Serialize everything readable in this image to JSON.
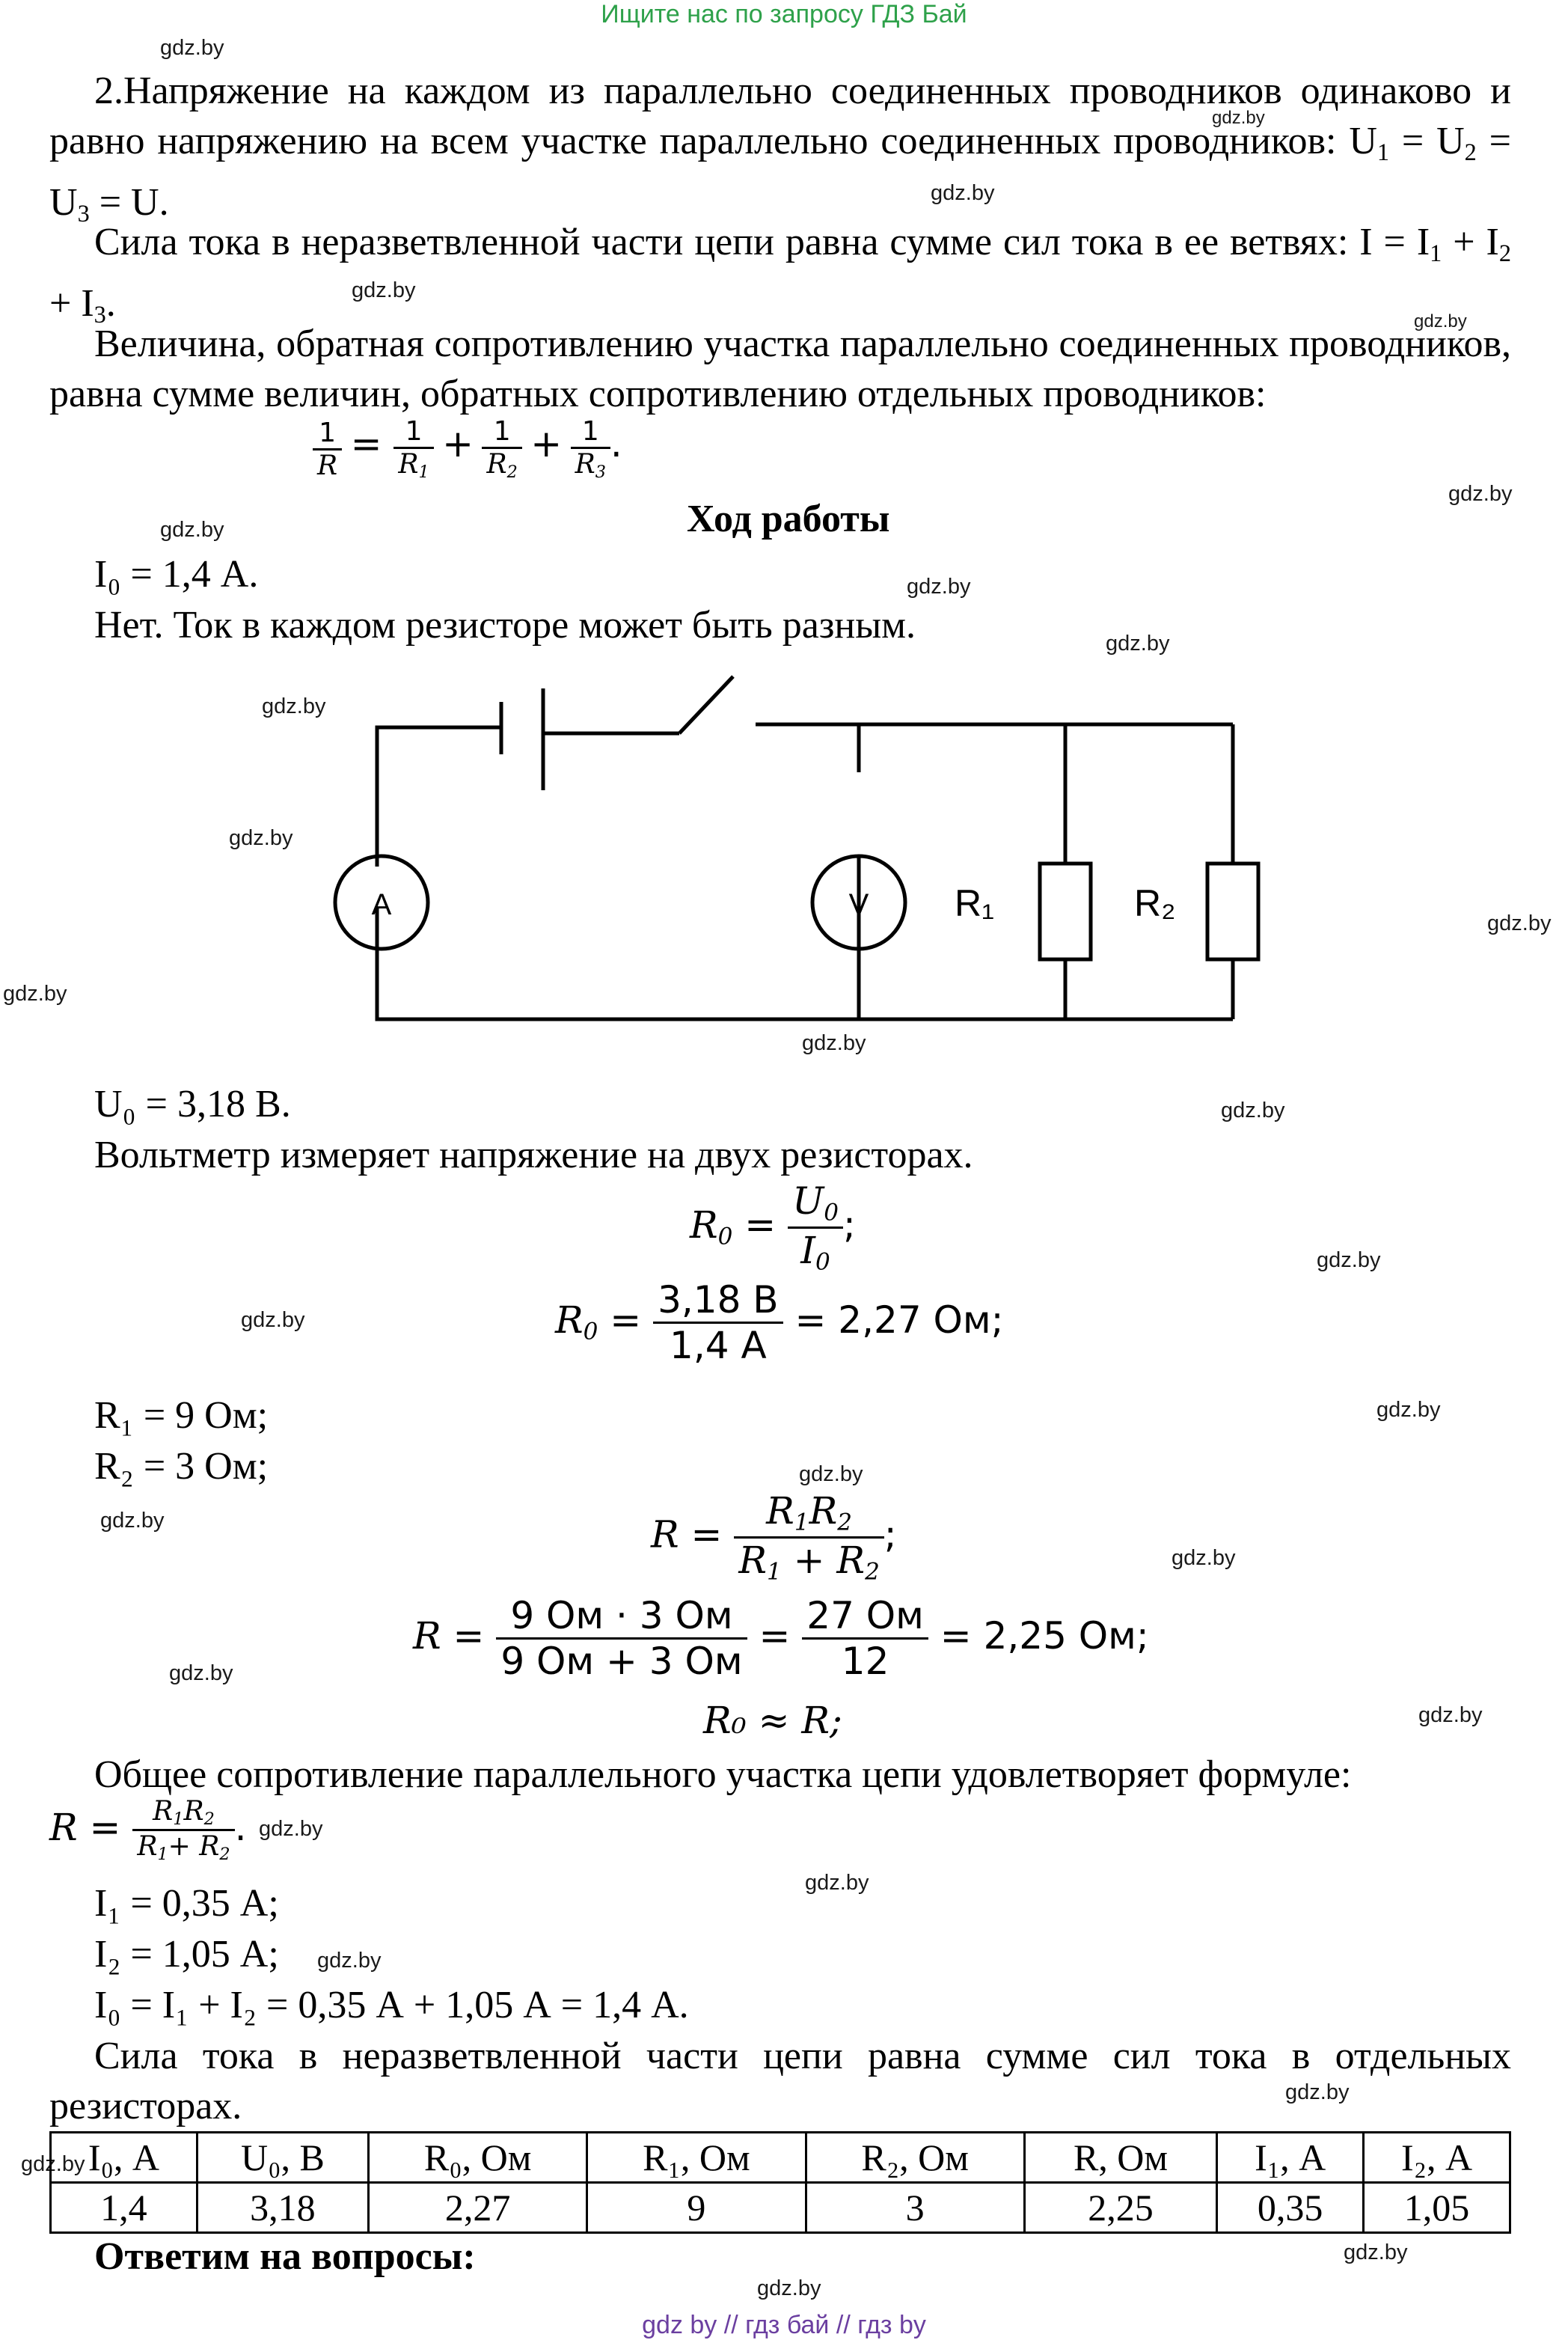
{
  "watermark_top": "Ищите нас по запросу ГДЗ Бай",
  "watermark": "gdz.by",
  "footer": "gdz by  //  гдз бай  //  гдз by",
  "theory": {
    "p1_text": "2.Напряжение на каждом из параллельно соединенных проводников одинаково и равно напряжению на всем участке параллельно соединенных проводников: U",
    "p1_formula_tail": ".",
    "p2_text": "Сила тока в неразветвленной части цепи равна сумме сил тока в ее ветвях: I = I",
    "p3_text": "Величина, обратная сопротивлению участка параллельно соединенных проводников, равна сумме величин, обратных сопротивлению отдельных проводников:"
  },
  "work": {
    "heading": "Ход работы",
    "i0_line": "I₀ = 1,4 А.",
    "answer_no": "Нет. Ток в каждом резисторе может быть разным.",
    "u0_line": "U₀ = 3,18 В.",
    "voltmeter": "Вольтметр измеряет напряжение на двух резисторах.",
    "r0_num_value": "3,18 В",
    "r0_den_value": "1,4 А",
    "r0_result": "= 2,27 Ом;",
    "r1_line": "R₁ = 9 Ом;",
    "r2_line": "R₂ = 3 Ом;",
    "r_calc_num1": "9 Ом  · 3 Ом",
    "r_calc_den1": "9 Ом +  3 Ом",
    "r_calc_num2": "27 Ом",
    "r_calc_den2": "12",
    "r_calc_result": "= 2,25 Ом;",
    "approx": "R₀  ≈ R;",
    "conclusion1": "Общее сопротивление параллельного участка цепи удовлетворяет формуле:",
    "i1_line": "I₁ = 0,35 А;",
    "i2_line": "I₂ = 1,05 А;",
    "i0_sum": "I₀ = I₁ + I₂ = 0,35 А + 1,05 А = 1,4 А.",
    "conclusion2": "Сила тока в неразветвленной части цепи равна сумме сил тока в отдельных резисторах.",
    "questions_heading": "Ответим на вопросы:"
  },
  "circuit": {
    "ammeter": "A",
    "voltmeter": "V",
    "r1_label": "R₁",
    "r2_label": "R₂"
  },
  "table": {
    "headers": [
      "I₀, А",
      "U₀, В",
      "R₀, Ом",
      "R₁, Ом",
      "R₂, Ом",
      "R, Ом",
      "I₁, А",
      "I₂, А"
    ],
    "values": [
      "1,4",
      "3,18",
      "2,27",
      "9",
      "3",
      "2,25",
      "0,35",
      "1,05"
    ]
  }
}
